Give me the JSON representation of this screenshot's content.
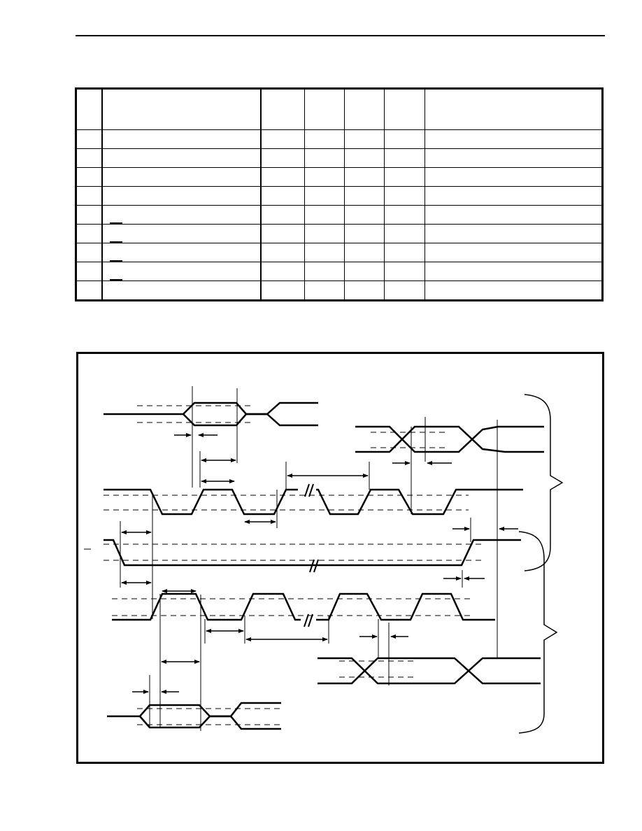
{
  "table": {
    "header": [
      "",
      "",
      "",
      "",
      "",
      "",
      ""
    ],
    "rows": [
      [
        "",
        "",
        "",
        "",
        "",
        "",
        ""
      ],
      [
        "",
        "",
        "",
        "",
        "",
        "",
        ""
      ],
      [
        "",
        "",
        "",
        "",
        "",
        "",
        ""
      ],
      [
        "",
        "",
        "",
        "",
        "",
        "",
        ""
      ],
      [
        "",
        "",
        "",
        "",
        "",
        "",
        ""
      ],
      [
        "",
        "",
        "",
        "",
        "",
        "",
        ""
      ],
      [
        "",
        "",
        "",
        "",
        "",
        "",
        ""
      ],
      [
        "",
        "",
        "",
        "",
        "",
        "",
        ""
      ],
      [
        "",
        "",
        "",
        "",
        "",
        "",
        ""
      ],
      [
        "",
        "",
        "",
        "",
        "",
        "",
        ""
      ]
    ],
    "overbar_rows": [
      6,
      7,
      8,
      9
    ]
  },
  "diagram": {
    "labels": []
  }
}
